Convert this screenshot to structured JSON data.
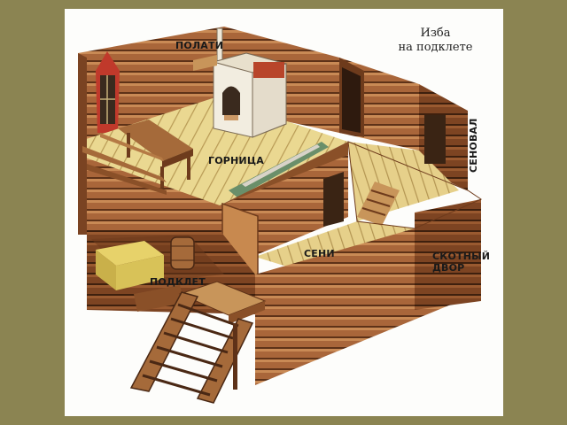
{
  "title": {
    "line1": "Изба",
    "line2": "на подклете"
  },
  "labels": {
    "polati": "ПОЛАТИ",
    "gornitsa": "ГОРНИЦА",
    "senoval": "СЕНОВАЛ",
    "seni": "СЕНИ",
    "skotny_line1": "СКОТНЫЙ",
    "skotny_line2": "ДВОР",
    "podklet": "ПОДКЛЕТ"
  },
  "colors": {
    "background": "#8b8452",
    "frame": "#fdfdfb",
    "log": "#a9663a",
    "log_dark": "#6e3b1c",
    "floor": "#e8d48e",
    "stove": "#f2ede0",
    "stove_brick": "#b8452a"
  }
}
